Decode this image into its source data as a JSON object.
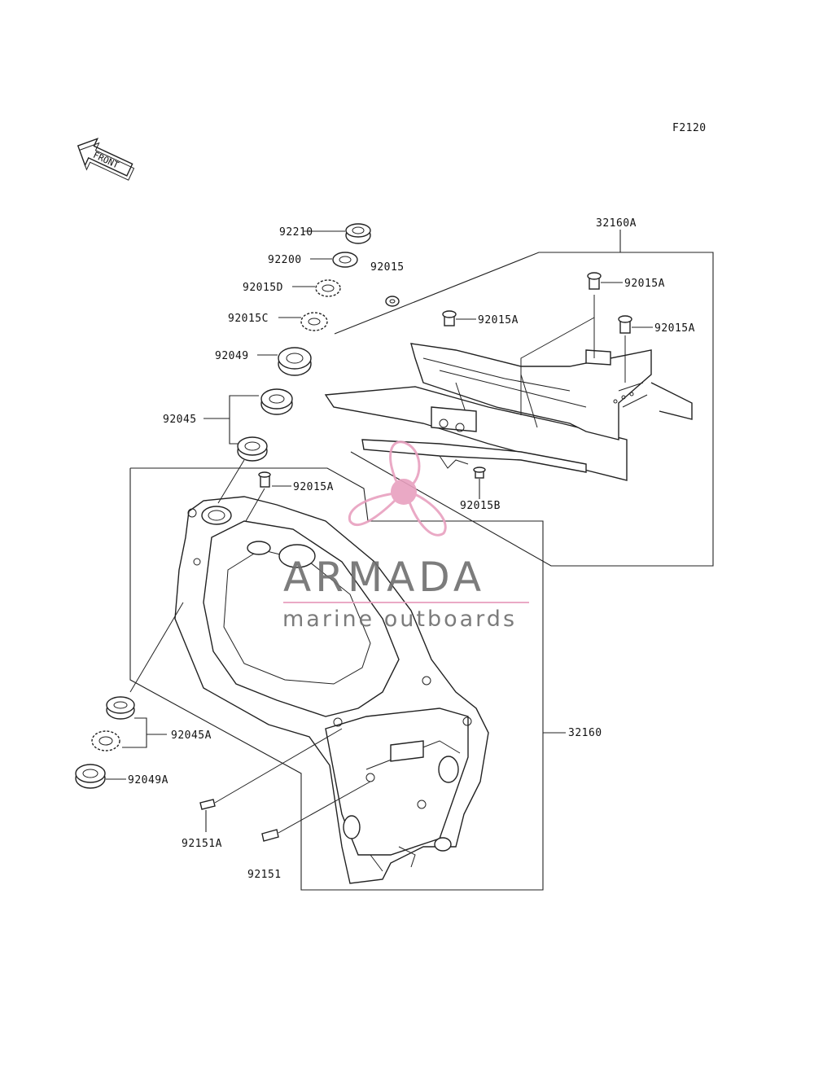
{
  "diagram_code": "F2120",
  "front_arrow_text": "FRONT",
  "watermark": {
    "brand": "ARMADA",
    "tagline": "marine outboards",
    "color_pink": "#e8a0bf",
    "color_gray": "#6e6e6e"
  },
  "callouts": {
    "p92210": "92210",
    "p92200": "92200",
    "p92015": "92015",
    "p92015D": "92015D",
    "p92015C": "92015C",
    "p92049": "92049",
    "p92045": "92045",
    "p92015A_top1": "92015A",
    "p92015A_top2": "92015A",
    "p92015A_top3": "92015A",
    "p92015A_frame": "92015A",
    "p92015B": "92015B",
    "p32160A": "32160A",
    "p32160": "32160",
    "p92045A": "92045A",
    "p92049A": "92049A",
    "p92151A": "92151A",
    "p92151": "92151"
  }
}
